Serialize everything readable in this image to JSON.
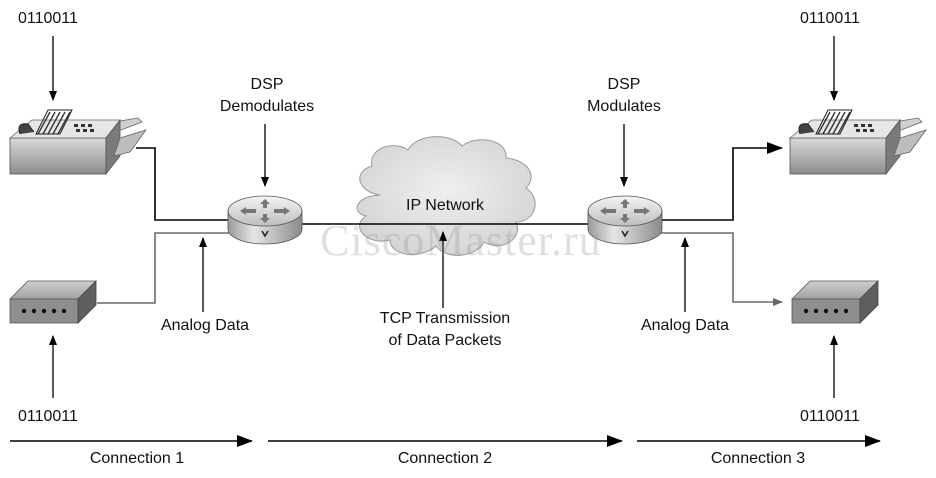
{
  "labels": {
    "bits_top_left": "0110011",
    "bits_top_right": "0110011",
    "bits_bottom_left": "0110011",
    "bits_bottom_right": "0110011",
    "dsp_left": "DSP",
    "dsp_left_action": "Demodulates",
    "dsp_right": "DSP",
    "dsp_right_action": "Modulates",
    "ip_network": "IP Network",
    "tcp_line1": "TCP Transmission",
    "tcp_line2": "of Data Packets",
    "analog_left": "Analog Data",
    "analog_right": "Analog Data",
    "watermark": "CiscoMaster.ru"
  },
  "connections": [
    "Connection 1",
    "Connection 2",
    "Connection 3"
  ],
  "icons": {
    "fax": "fax-machine-icon",
    "modem": "modem-icon",
    "router": "router-icon",
    "cloud": "ip-network-cloud-icon"
  }
}
